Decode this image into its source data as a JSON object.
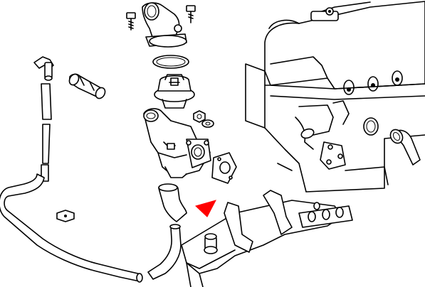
{
  "diagram": {
    "parts": [
      "engine-block",
      "cylinder-head",
      "thermostat-housing-cover",
      "thermostat",
      "sealing-ring",
      "thermostat-housing",
      "hose-elbow-highlighted",
      "bypass-hose",
      "long-coolant-pipe",
      "coolant-hose",
      "short-hose",
      "intake-manifold-section",
      "gasket",
      "bolts"
    ],
    "highlight_color": "#ff0000",
    "line_color": "#000000",
    "background": "#ffffff",
    "pointer_icon": "red-arrow-icon"
  }
}
